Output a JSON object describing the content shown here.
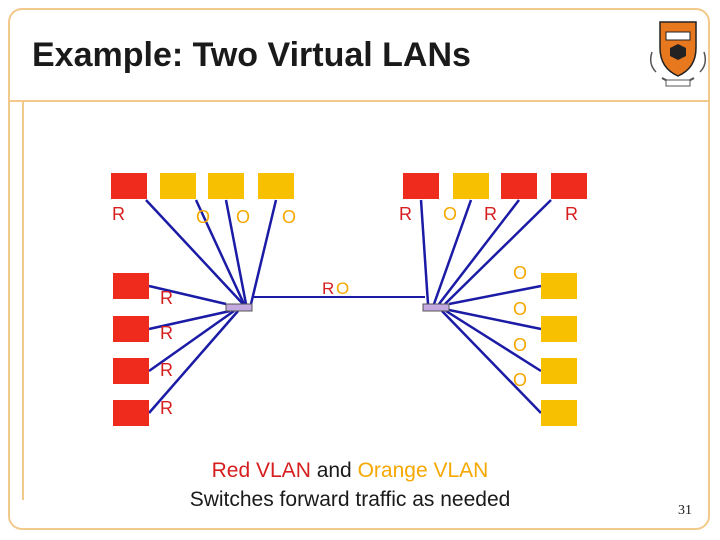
{
  "title": "Example: Two Virtual LANs",
  "caption": {
    "red": "Red VLAN",
    "and": "and",
    "orange": "Orange VLAN",
    "line2": "Switches forward traffic as needed"
  },
  "page_number": "31",
  "colors": {
    "red_vlan": "#ee2b1c",
    "orange_vlan": "#f7c000",
    "link": "#1b1ba6",
    "switch": "#c4a8e0",
    "frame": "#f2c98a",
    "crest": "#e8781e"
  },
  "crest_icon": "princeton-shield-icon",
  "hosts": [
    {
      "id": "top-1",
      "vlan": "R",
      "label": "R"
    },
    {
      "id": "top-2",
      "vlan": "O",
      "label": "O"
    },
    {
      "id": "top-3",
      "vlan": "O",
      "label": "O"
    },
    {
      "id": "top-4",
      "vlan": "O",
      "label": "O"
    },
    {
      "id": "top-5",
      "vlan": "R",
      "label": "R"
    },
    {
      "id": "top-6",
      "vlan": "O",
      "label": "O"
    },
    {
      "id": "top-7",
      "vlan": "R",
      "label": "R"
    },
    {
      "id": "top-8",
      "vlan": "R",
      "label": "R"
    },
    {
      "id": "left-1",
      "vlan": "R",
      "label": "R"
    },
    {
      "id": "left-2",
      "vlan": "R",
      "label": "R"
    },
    {
      "id": "left-3",
      "vlan": "R",
      "label": "R"
    },
    {
      "id": "left-4",
      "vlan": "R",
      "label": "R"
    },
    {
      "id": "right-1",
      "vlan": "O",
      "label": "O"
    },
    {
      "id": "right-2",
      "vlan": "O",
      "label": "O"
    },
    {
      "id": "right-3",
      "vlan": "O",
      "label": "O"
    },
    {
      "id": "right-4",
      "vlan": "O",
      "label": "O"
    }
  ],
  "trunk_labels": {
    "red": "R",
    "orange": "O"
  }
}
